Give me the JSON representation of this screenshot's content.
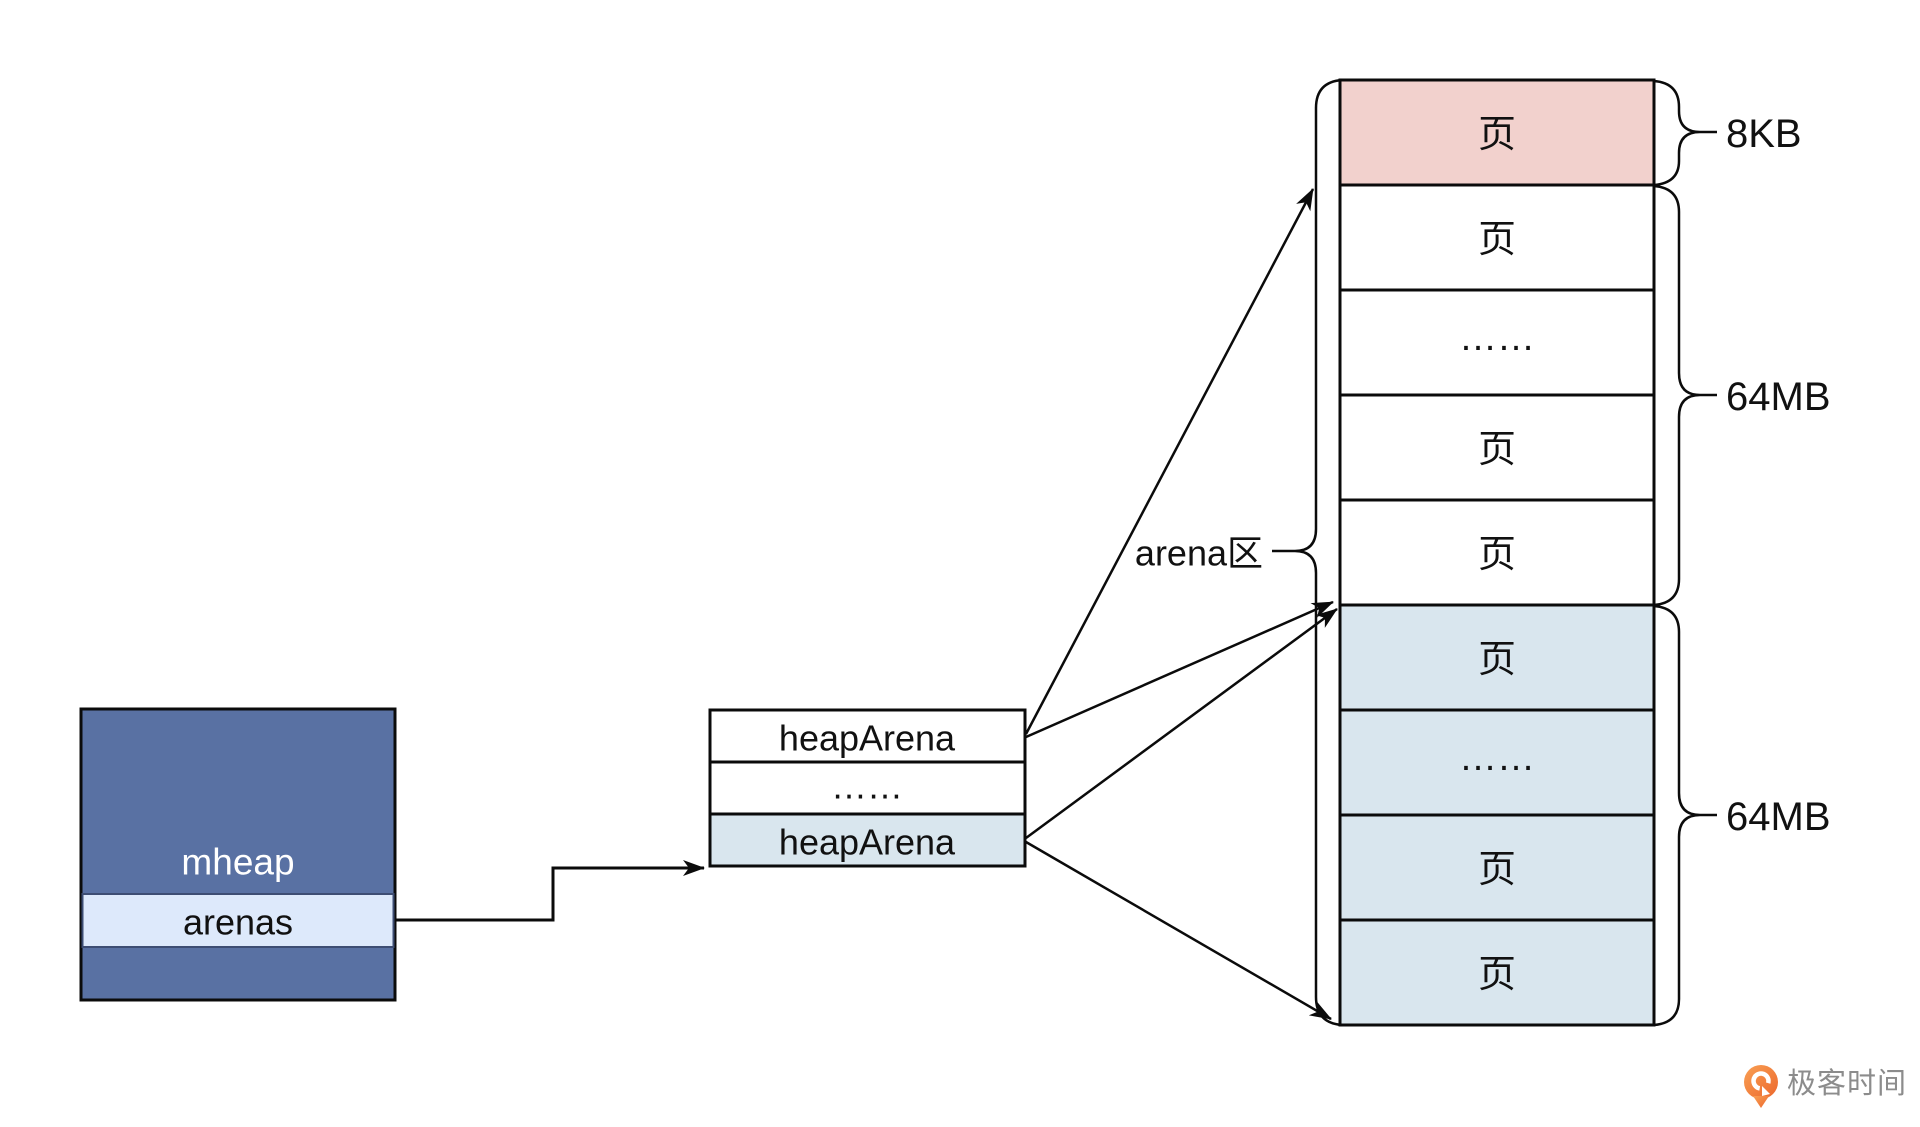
{
  "diagram": {
    "mheap_box": {
      "title": "mheap",
      "field": "arenas"
    },
    "heap_arena_table": {
      "rows": [
        {
          "label": "heapArena",
          "fill": "#ffffff"
        },
        {
          "label": "……",
          "fill": "#ffffff"
        },
        {
          "label": "heapArena",
          "fill": "#d9e6ee"
        }
      ]
    },
    "page_stack": {
      "rows": [
        {
          "label": "页",
          "fill": "#f2d1cd"
        },
        {
          "label": "页",
          "fill": "#ffffff"
        },
        {
          "label": "……",
          "fill": "#ffffff"
        },
        {
          "label": "页",
          "fill": "#ffffff"
        },
        {
          "label": "页",
          "fill": "#ffffff"
        },
        {
          "label": "页",
          "fill": "#d9e6ee"
        },
        {
          "label": "……",
          "fill": "#d9e6ee"
        },
        {
          "label": "页",
          "fill": "#d9e6ee"
        },
        {
          "label": "页",
          "fill": "#d9e6ee"
        }
      ]
    },
    "labels": {
      "arena_region": "arena区",
      "page_size": "8KB",
      "arena_size_top": "64MB",
      "arena_size_bottom": "64MB"
    }
  },
  "footer": {
    "brand": "极客时间"
  },
  "colors": {
    "page_highlight_pink": "#f2d1cd",
    "page_mapped_blue": "#d9e6ee",
    "mheap_fill": "#5971a3",
    "arenas_fill": "#dde9fb",
    "arenas_border": "#3d4d73",
    "line_black": "#0b0b0b",
    "logo_orange_light": "#f9a054",
    "logo_orange_dark": "#ec672c",
    "brand_gray": "#8c8c8c"
  }
}
